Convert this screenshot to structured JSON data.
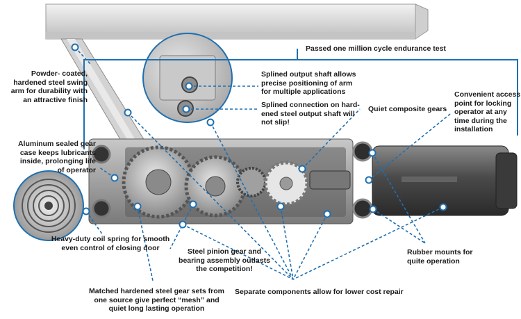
{
  "colors": {
    "callout": "#1f6fb0",
    "dot_fill": "#ffffff",
    "label_text": "#1a1a1a",
    "rail": "#d8d8d8",
    "gear": "#b9b9b9",
    "housing": "#8e8e8e",
    "motor": "#5c5c5c"
  },
  "labels": {
    "endurance": "Passed one million cycle endurance test",
    "swing_arm": "Powder- coated,\nhardened steel swing\narm for durability with\nan attractive finish",
    "splined_output": "Splined output shaft allows\nprecise positioning of arm\nfor multiple applications",
    "splined_connection": "Splined connection on hard-\nened steel output shaft will\nnot slip!",
    "quiet_gears": "Quiet composite gears",
    "access_point": "Convenient access\npoint for locking\noperator at any\ntime during the\ninstallation",
    "gear_case": "Aluminum sealed gear\ncase keeps lubricants\ninside, prolonging life\nof operator",
    "coil_spring": "Heavy-duty coil spring for smooth\neven control of closing door",
    "pinion": "Steel pinion gear and\nbearing assembly outlasts\nthe competition!",
    "rubber_mounts": "Rubber mounts for\nquite operation",
    "gear_sets": "Matched hardened steel gear sets from\none source give perfect “mesh” and\nquiet long lasting operation",
    "separate": "Separate components allow for lower cost repair"
  }
}
